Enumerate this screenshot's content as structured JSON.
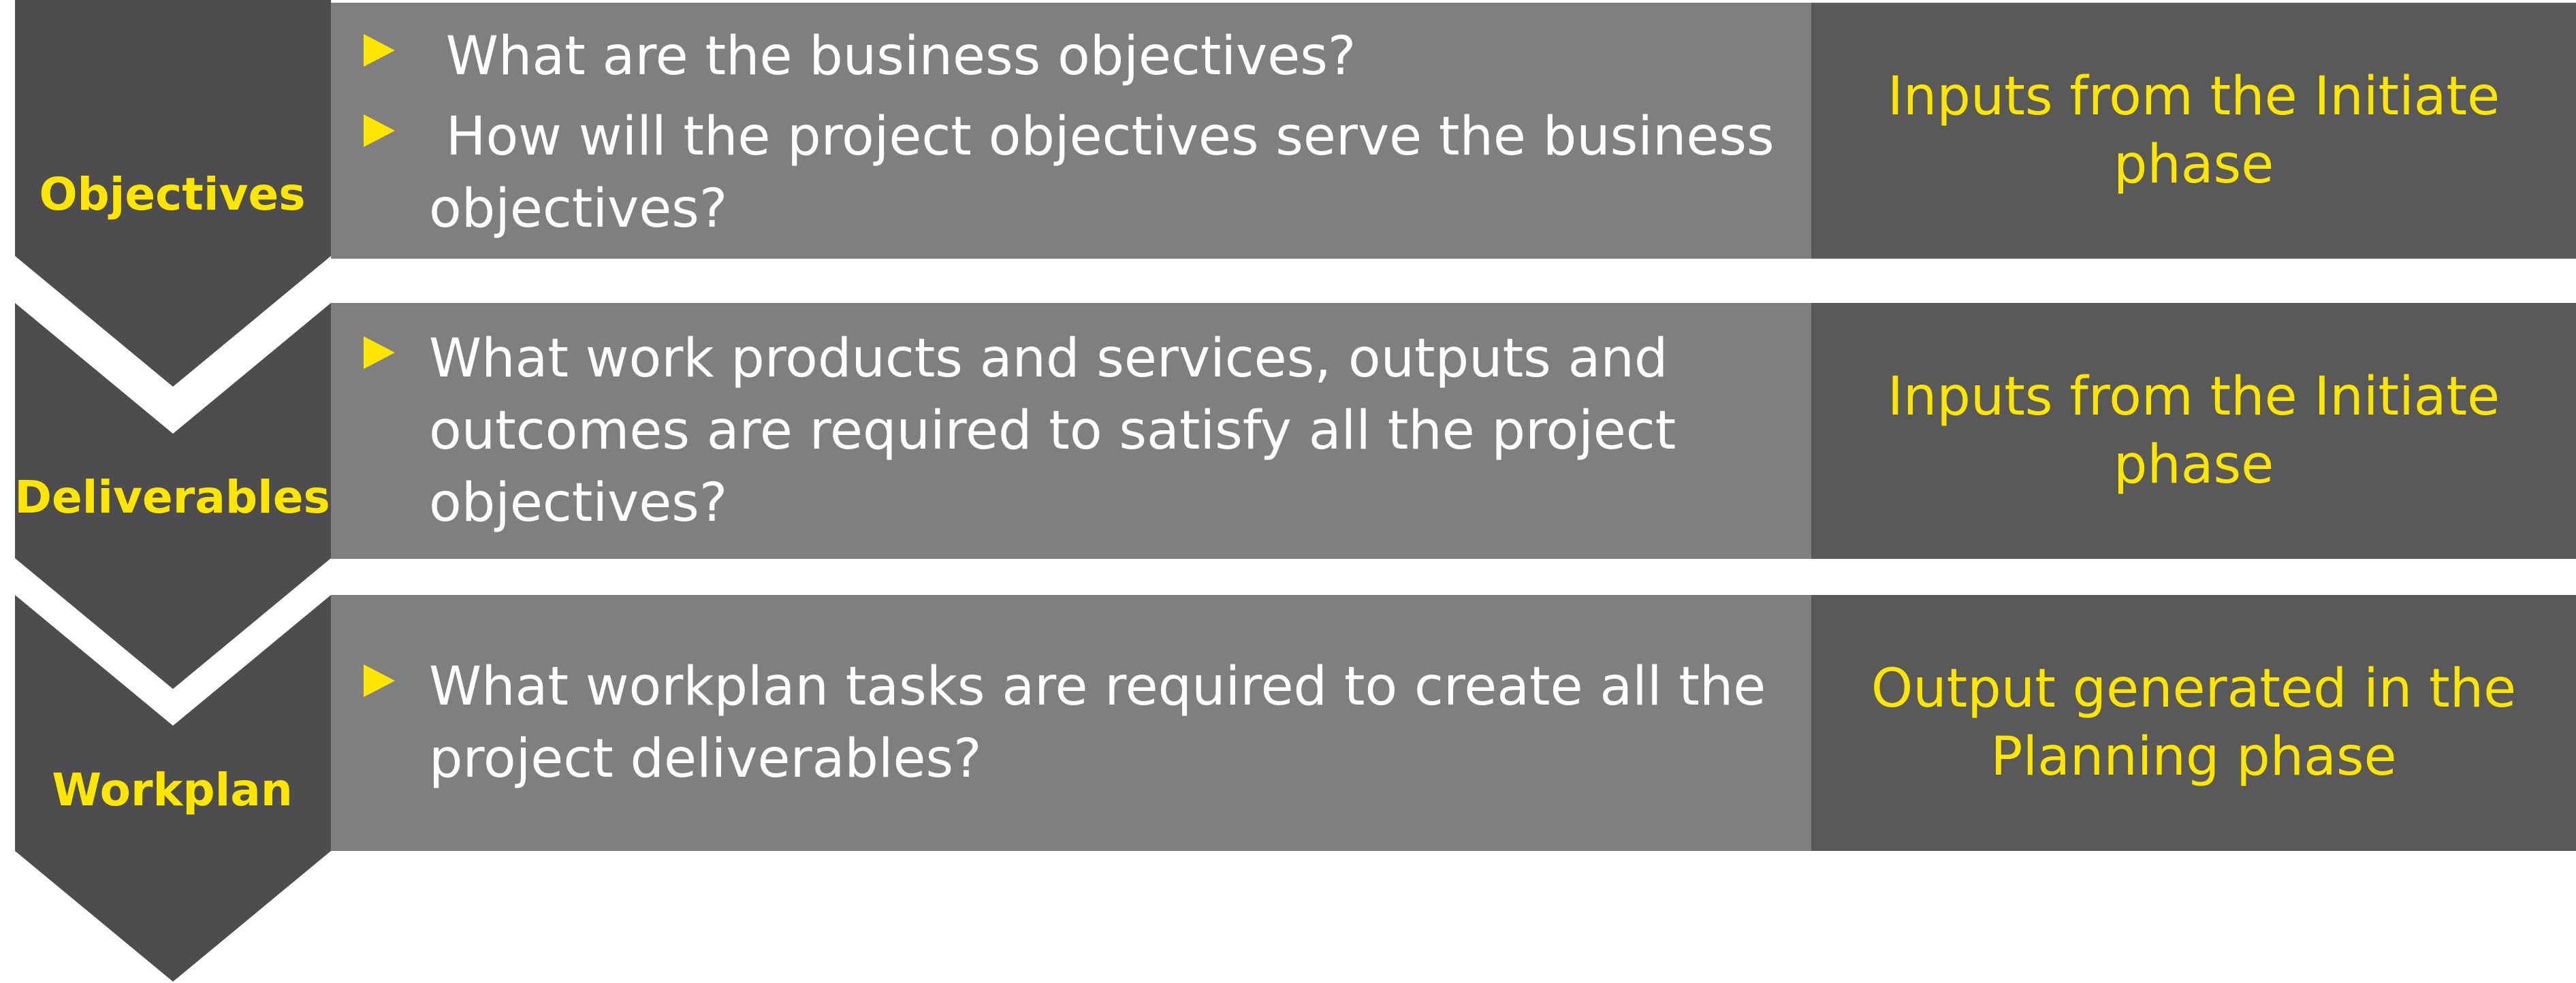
{
  "colors": {
    "accent": "#ffe600",
    "dark_panel": "#595959",
    "mid_panel": "#7f7f7f",
    "chevron": "#4d4d4f",
    "text": "#ffffff"
  },
  "rows": [
    {
      "stage": "Objectives",
      "questions": [
        " What are the business objectives?",
        " How will the project objectives serve the business objectives?"
      ],
      "note": "Inputs from the Initiate phase"
    },
    {
      "stage": "Deliverables",
      "questions": [
        "What work products and services, outputs and outcomes are required to satisfy all the project objectives?"
      ],
      "note": "Inputs from the Initiate phase"
    },
    {
      "stage": "Workplan",
      "questions": [
        "What workplan tasks are required to create all the project deliverables?"
      ],
      "note": "Output generated in the Planning phase"
    }
  ]
}
